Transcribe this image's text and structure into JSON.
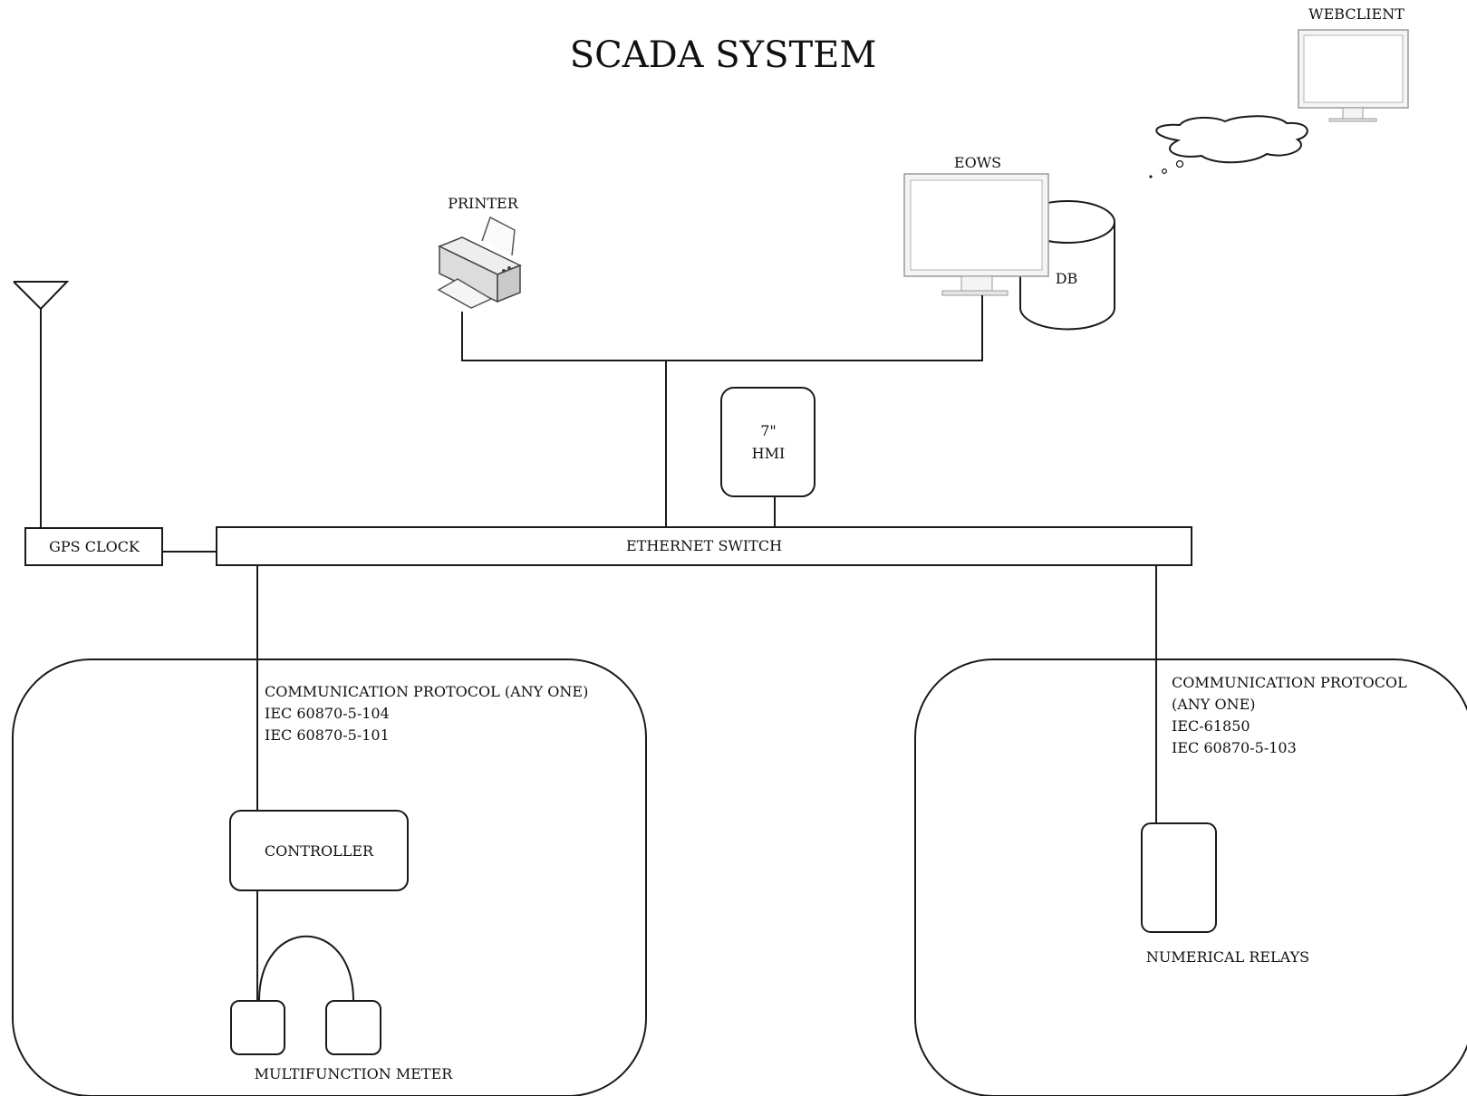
{
  "title": "SCADA SYSTEM",
  "nodes": {
    "webclient": {
      "label": "WEBCLIENT",
      "icon": "monitor-icon"
    },
    "eows": {
      "label": "EOWS",
      "icon": "monitor-icon"
    },
    "db": {
      "label": "DB",
      "icon": "database-icon"
    },
    "printer": {
      "label": "PRINTER",
      "icon": "printer-icon"
    },
    "cloud": {
      "icon": "cloud-icon"
    },
    "antenna": {
      "icon": "antenna-icon"
    },
    "hmi": {
      "line1": "7\"",
      "line2": "HMI"
    },
    "gps_clock": {
      "label": "GPS CLOCK"
    },
    "ethernet_switch": {
      "label": "ETHERNET SWITCH"
    },
    "controller": {
      "label": "CONTROLLER"
    },
    "multifunction_meter": {
      "label": "MULTIFUNCTION METER"
    },
    "numerical_relays": {
      "label": "NUMERICAL RELAYS"
    }
  },
  "protocols": {
    "left": [
      "COMMUNICATION PROTOCOL (ANY ONE)",
      "IEC 60870-5-104",
      "IEC 60870-5-101"
    ],
    "right": [
      "COMMUNICATION PROTOCOL",
      "(ANY ONE)",
      "IEC-61850",
      "IEC 60870-5-103"
    ]
  }
}
